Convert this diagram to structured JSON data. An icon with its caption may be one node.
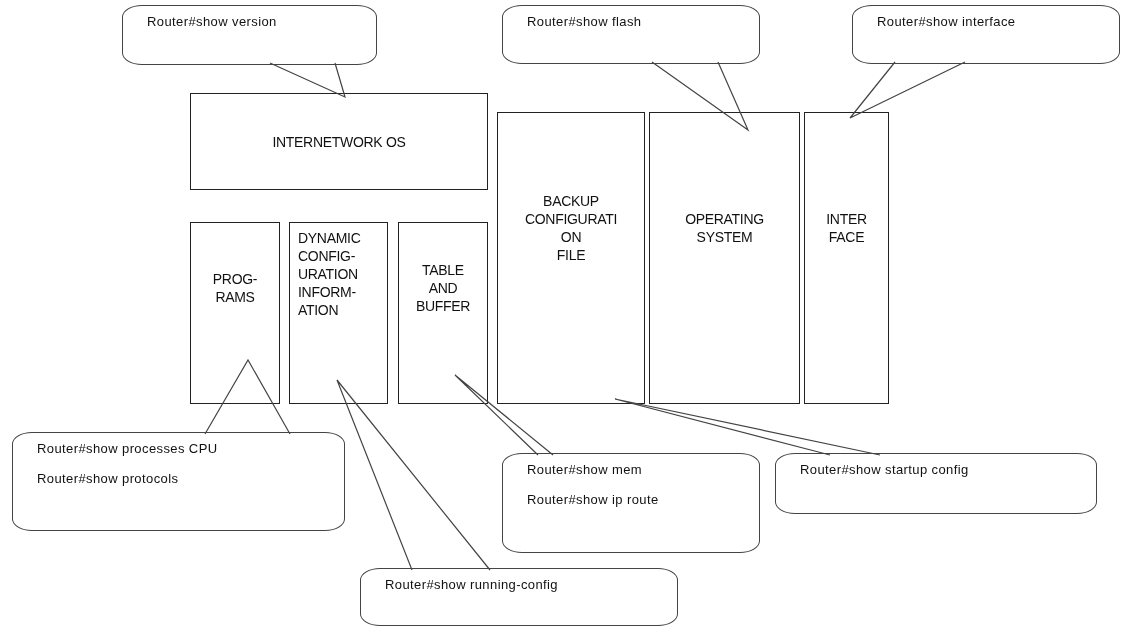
{
  "diagram": {
    "nodes": [
      {
        "text": [
          "Router#show version"
        ]
      },
      {
        "text": [
          "Router#show flash"
        ]
      },
      {
        "text": [
          "Router#show interface"
        ]
      },
      {
        "text": [
          "INTERNETWORK OS"
        ]
      },
      {
        "text": [
          "BACKUP CONFIGURATI ON FILE"
        ]
      },
      {
        "text": [
          "OPERATING SYSTEM"
        ]
      },
      {
        "text": [
          "INTER FACE"
        ]
      },
      {
        "text": [
          "PROG- RAMS"
        ]
      },
      {
        "text": [
          "DYNAMIC CONFIG- URATION INFORM- ATION"
        ]
      },
      {
        "text": [
          "TABLE AND BUFFER"
        ]
      },
      {
        "text": [
          "Router#show processes CPU",
          "Router#show protocols"
        ]
      },
      {
        "text": [
          "Router#show mem",
          "Router#show ip route"
        ]
      },
      {
        "text": [
          "Router#show startup config"
        ]
      },
      {
        "text": [
          "Router#show running-config"
        ]
      }
    ],
    "edges": [
      {
        "from": 0,
        "to": 3,
        "arrow": "none"
      },
      {
        "from": 1,
        "to": 5,
        "arrow": "none"
      },
      {
        "from": 2,
        "to": 6,
        "arrow": "none"
      },
      {
        "from": 10,
        "to": 7,
        "arrow": "none"
      },
      {
        "from": 11,
        "to": 9,
        "arrow": "none"
      },
      {
        "from": 12,
        "to": 4,
        "arrow": "none"
      },
      {
        "from": 13,
        "to": 8,
        "arrow": "none"
      }
    ]
  }
}
